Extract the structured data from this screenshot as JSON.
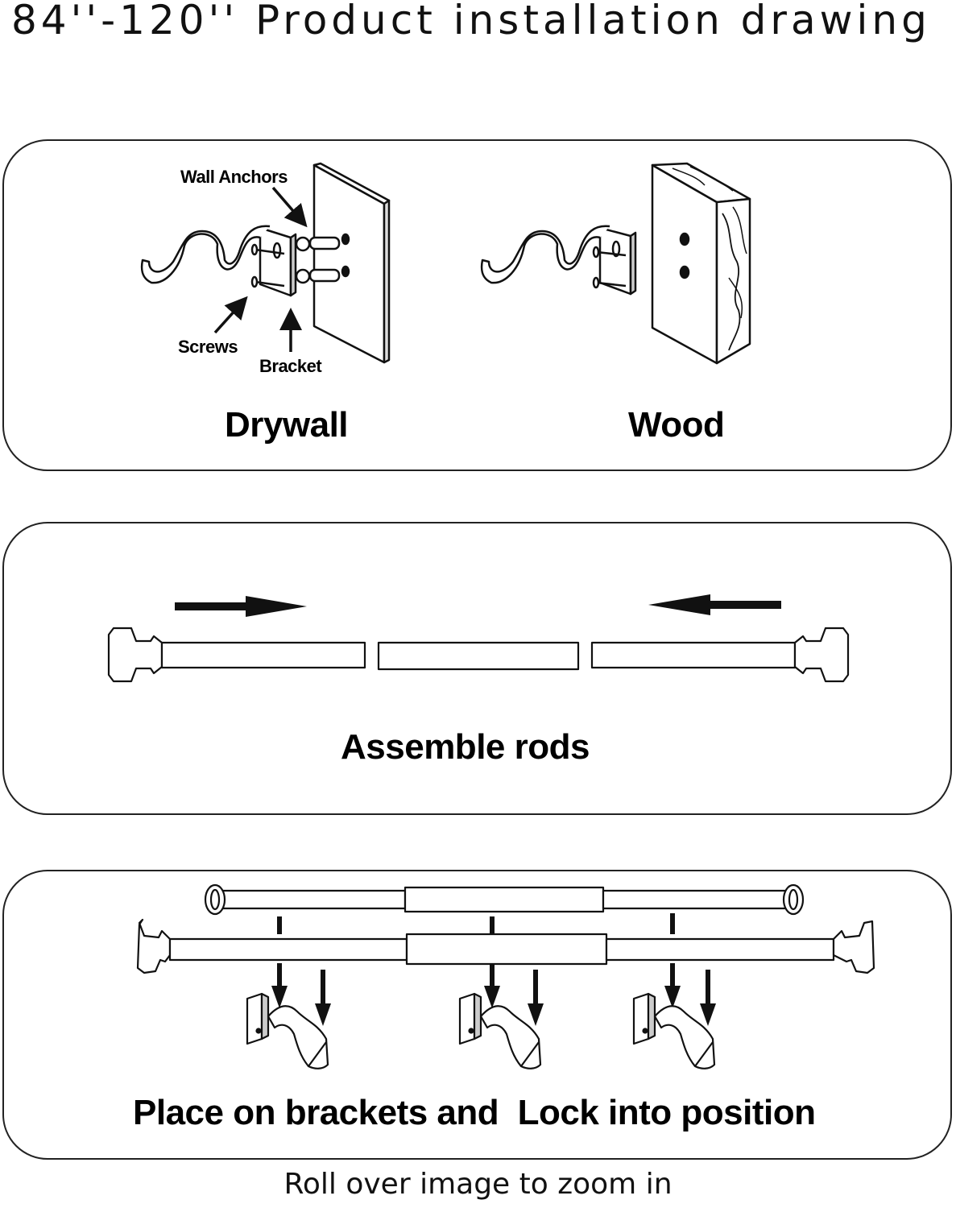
{
  "title": "84''-120'' Product installation drawing",
  "step1": {
    "callouts": {
      "wall_anchors": "Wall Anchors",
      "screws": "Screws",
      "bracket": "Bracket"
    },
    "drywall_label": "Drywall",
    "wood_label": "Wood"
  },
  "step2": {
    "label": "Assemble rods"
  },
  "step3": {
    "label": "Place on brackets and  Lock into position"
  },
  "footer": "Roll over image to zoom in"
}
